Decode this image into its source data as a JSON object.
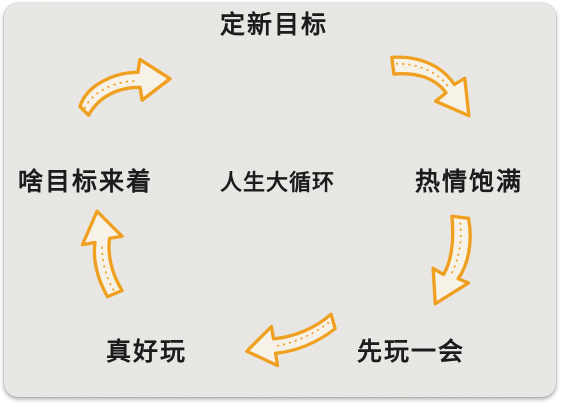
{
  "cycle": {
    "center": "人生大循环",
    "stages": [
      {
        "label": "定新目标"
      },
      {
        "label": "热情饱满"
      },
      {
        "label": "先玩一会"
      },
      {
        "label": "真好玩"
      },
      {
        "label": "啥目标来着"
      }
    ]
  },
  "colors": {
    "arrow_stroke": "#f0a020",
    "text": "#1c1c1c",
    "paper": "#ecebe8"
  },
  "icons": [
    "curved-arrow-icon"
  ]
}
